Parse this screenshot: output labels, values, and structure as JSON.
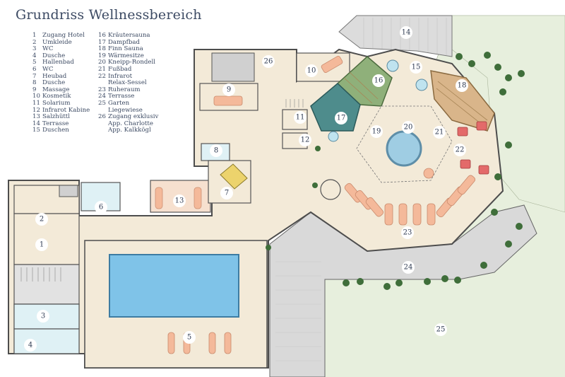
{
  "title": "Grundriss Wellnessbereich",
  "legend_left": [
    {
      "num": "1",
      "label": "Zugang Hotel"
    },
    {
      "num": "2",
      "label": "Umkleide"
    },
    {
      "num": "3",
      "label": "WC"
    },
    {
      "num": "4",
      "label": "Dusche"
    },
    {
      "num": "5",
      "label": "Hallenbad"
    },
    {
      "num": "6",
      "label": "WC"
    },
    {
      "num": "7",
      "label": "Heubad"
    },
    {
      "num": "8",
      "label": "Dusche"
    },
    {
      "num": "9",
      "label": "Massage"
    },
    {
      "num": "10",
      "label": "Kosmetik"
    },
    {
      "num": "11",
      "label": "Solarium"
    },
    {
      "num": "12",
      "label": "Infrarot Kabine"
    },
    {
      "num": "13",
      "label": "Salzhüttl"
    },
    {
      "num": "14",
      "label": "Terrasse"
    },
    {
      "num": "15",
      "label": "Duschen"
    }
  ],
  "legend_right": [
    {
      "num": "16",
      "label": "Kräutersauna"
    },
    {
      "num": "17",
      "label": "Dampfbad"
    },
    {
      "num": "18",
      "label": "Finn Sauna"
    },
    {
      "num": "19",
      "label": "Wärmesitze"
    },
    {
      "num": "20",
      "label": "Kneipp-Rondell"
    },
    {
      "num": "21",
      "label": "Fußbad"
    },
    {
      "num": "22",
      "label": "Infrarot"
    },
    {
      "num": "",
      "label": "Relax-Sessel"
    },
    {
      "num": "23",
      "label": "Ruheraum"
    },
    {
      "num": "24",
      "label": "Terrasse"
    },
    {
      "num": "25",
      "label": "Garten"
    },
    {
      "num": "",
      "label": "Liegewiese"
    },
    {
      "num": "26",
      "label": "Zugang exklusiv"
    },
    {
      "num": "",
      "label": "App. Charlotte"
    },
    {
      "num": "",
      "label": "App. Kalkkögl"
    }
  ],
  "markers": [
    {
      "id": "1",
      "label": "1"
    },
    {
      "id": "2",
      "label": "2"
    },
    {
      "id": "3",
      "label": "3"
    },
    {
      "id": "4",
      "label": "4"
    },
    {
      "id": "5",
      "label": "5"
    },
    {
      "id": "6",
      "label": "6"
    },
    {
      "id": "7",
      "label": "7"
    },
    {
      "id": "8",
      "label": "8"
    },
    {
      "id": "9",
      "label": "9"
    },
    {
      "id": "10",
      "label": "10"
    },
    {
      "id": "11",
      "label": "11"
    },
    {
      "id": "12",
      "label": "12"
    },
    {
      "id": "13",
      "label": "13"
    },
    {
      "id": "14",
      "label": "14"
    },
    {
      "id": "15",
      "label": "15"
    },
    {
      "id": "16",
      "label": "16"
    },
    {
      "id": "17",
      "label": "17"
    },
    {
      "id": "18",
      "label": "18"
    },
    {
      "id": "19",
      "label": "19"
    },
    {
      "id": "20",
      "label": "20"
    },
    {
      "id": "21",
      "label": "21"
    },
    {
      "id": "22",
      "label": "22"
    },
    {
      "id": "23",
      "label": "23"
    },
    {
      "id": "24",
      "label": "24"
    },
    {
      "id": "25",
      "label": "25"
    },
    {
      "id": "26",
      "label": "26"
    }
  ],
  "colors": {
    "text": "#3c4a63",
    "garden": "#e9efe0",
    "floor": "#f3ead8",
    "wall": "#555555",
    "pool": "#7fc3e8",
    "terrace": "#dedede",
    "massage": "#f7d9cf",
    "steam": "#4e8c8c",
    "herb": "#8fb07a",
    "sauna": "#d9b58a",
    "lounger": "#f4b99a",
    "tile": "#dff1f5",
    "plant": "#3f6e3a"
  }
}
